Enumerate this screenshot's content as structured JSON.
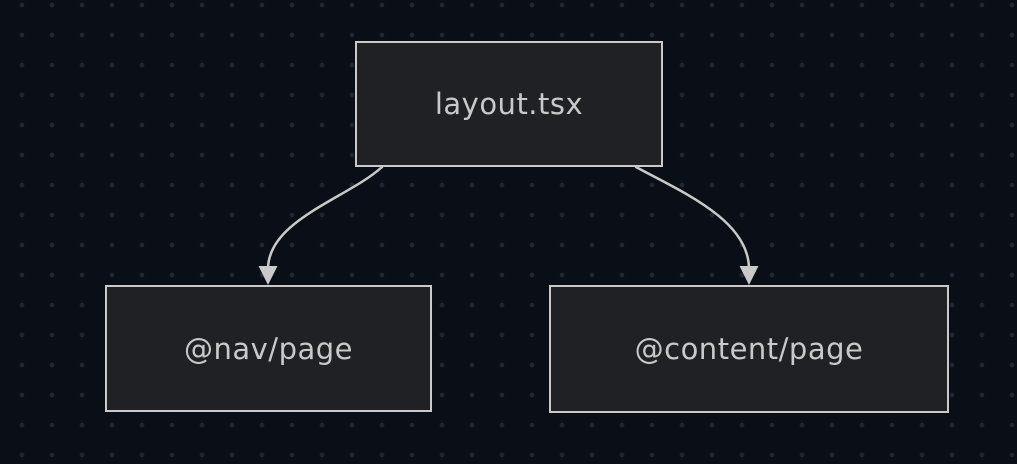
{
  "diagram": {
    "type": "flowchart",
    "nodes": [
      {
        "id": "layout",
        "label": "layout.tsx"
      },
      {
        "id": "nav",
        "label": "@nav/page"
      },
      {
        "id": "content",
        "label": "@content/page"
      }
    ],
    "edges": [
      {
        "from": "layout",
        "to": "nav"
      },
      {
        "from": "layout",
        "to": "content"
      }
    ],
    "colors": {
      "background": "#0a0e16",
      "grid_dot": "#222735",
      "node_fill": "#202124",
      "node_border": "#c9c9c9",
      "node_text": "#c9c9c9",
      "edge_stroke": "#c9c9c9",
      "arrowhead_fill": "#c9c9c9"
    }
  }
}
